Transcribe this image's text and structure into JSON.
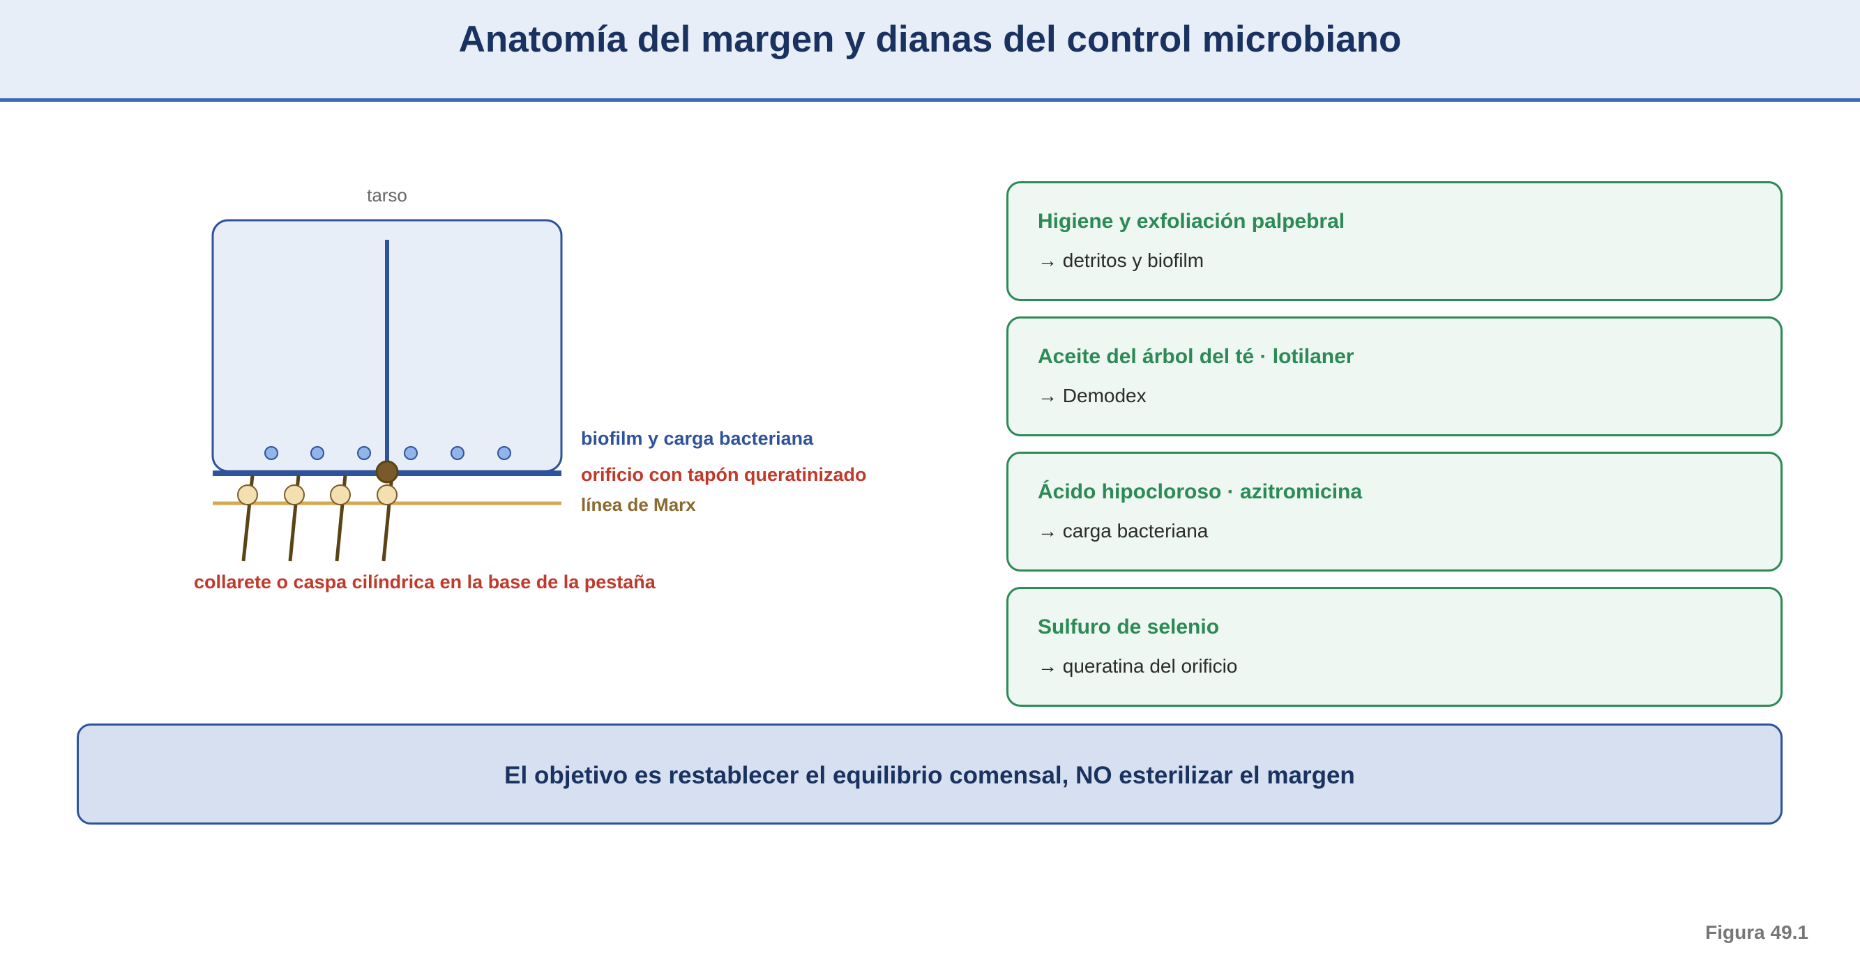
{
  "header": {
    "title": "Anatomía del margen y dianas del control microbiano"
  },
  "diagram": {
    "tarsus_label": "tarso",
    "biofilm_label": "biofilm y carga bacteriana",
    "orifice_label": "orificio con tapón queratinizado",
    "marx_label": "línea de Marx",
    "collarette_label": "collarete o caspa cilíndrica en la base de la pestaña",
    "colors": {
      "tarsus_fill": "#e8eef8",
      "tarsus_stroke": "#2f539a",
      "gland": "#2f539a",
      "bacteria": "#8fb5ea",
      "orifice_plug": "#7a5a2a",
      "marx_line": "#d6a84f",
      "eyelash": "#5a4315",
      "collarette": "#f3dfb0",
      "label_blue": "#2f539a",
      "label_red": "#c0392b",
      "label_brown": "#8a6a2e"
    }
  },
  "treatments": [
    {
      "title": "Higiene y exfoliación palpebral",
      "target": "→ detritos y biofilm"
    },
    {
      "title": "Aceite del árbol del té · lotilaner",
      "target": "→ Demodex"
    },
    {
      "title": "Ácido hipocloroso · azitromicina",
      "target": "→ carga bacteriana"
    },
    {
      "title": "Sulfuro de selenio",
      "target": "→ queratina del orificio"
    }
  ],
  "footer": {
    "text": "El objetivo es restablecer el equilibrio comensal, NO esterilizar el margen"
  },
  "figure_label": "Figura 49.1"
}
